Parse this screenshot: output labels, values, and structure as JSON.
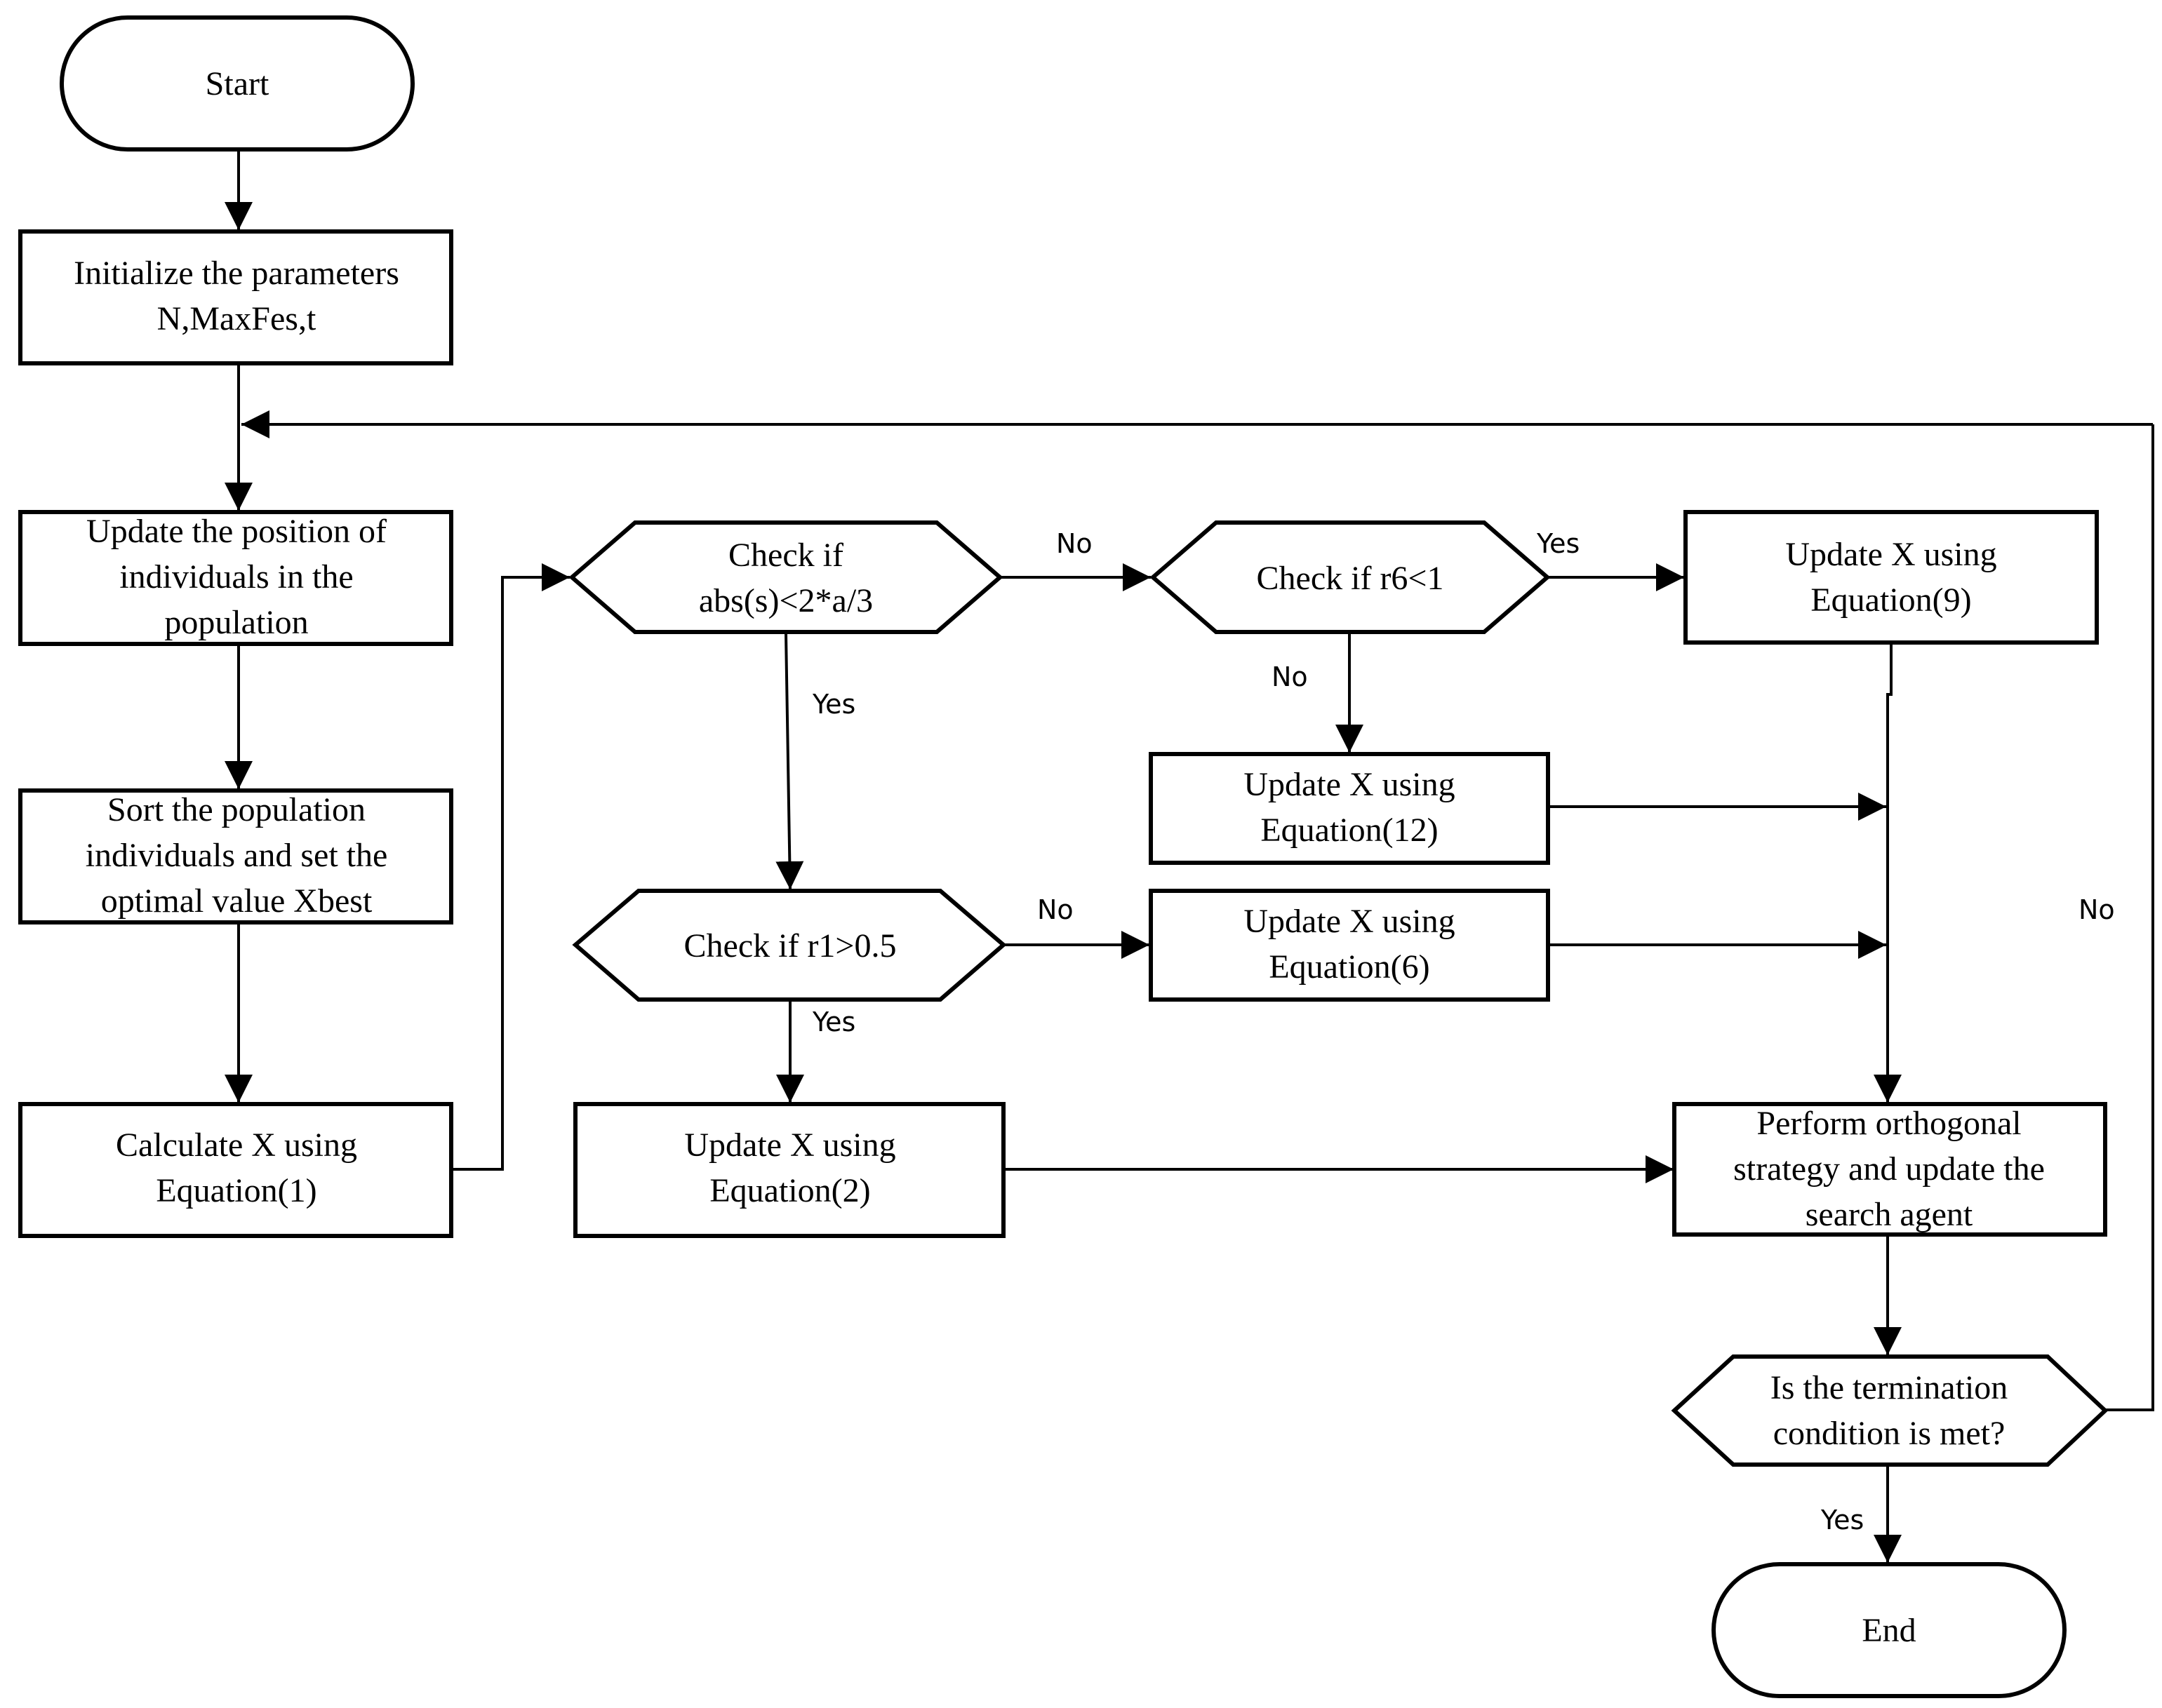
{
  "nodes": {
    "start": {
      "lines": [
        "Start"
      ]
    },
    "init": {
      "lines": [
        "Initialize the parameters",
        "N,MaxFes,t"
      ]
    },
    "update_pos": {
      "lines": [
        "Update the position of",
        "individuals in the",
        "population"
      ]
    },
    "sort": {
      "lines": [
        "Sort the population",
        "individuals and set the",
        "optimal value Xbest"
      ]
    },
    "calc": {
      "lines": [
        "Calculate X using",
        "Equation(1)"
      ]
    },
    "check_abs": {
      "lines": [
        "Check if",
        "abs(s)<2*a/3"
      ]
    },
    "check_r6": {
      "lines": [
        "Check if r6<1"
      ]
    },
    "eq9": {
      "lines": [
        "Update X using",
        "Equation(9)"
      ]
    },
    "eq12": {
      "lines": [
        "Update X using",
        "Equation(12)"
      ]
    },
    "check_r1": {
      "lines": [
        "Check if r1>0.5"
      ]
    },
    "eq6": {
      "lines": [
        "Update X using",
        "Equation(6)"
      ]
    },
    "eq2": {
      "lines": [
        "Update X using",
        "Equation(2)"
      ]
    },
    "ortho": {
      "lines": [
        "Perform orthogonal",
        "strategy and update the",
        "search agent"
      ]
    },
    "term": {
      "lines": [
        "Is the termination",
        "condition is met?"
      ]
    },
    "end": {
      "lines": [
        "End"
      ]
    }
  },
  "edge_labels": {
    "abs_no": "No",
    "abs_yes": "Yes",
    "r6_yes": "Yes",
    "r6_no": "No",
    "r1_no": "No",
    "r1_yes": "Yes",
    "term_no": "No",
    "term_yes": "Yes"
  }
}
